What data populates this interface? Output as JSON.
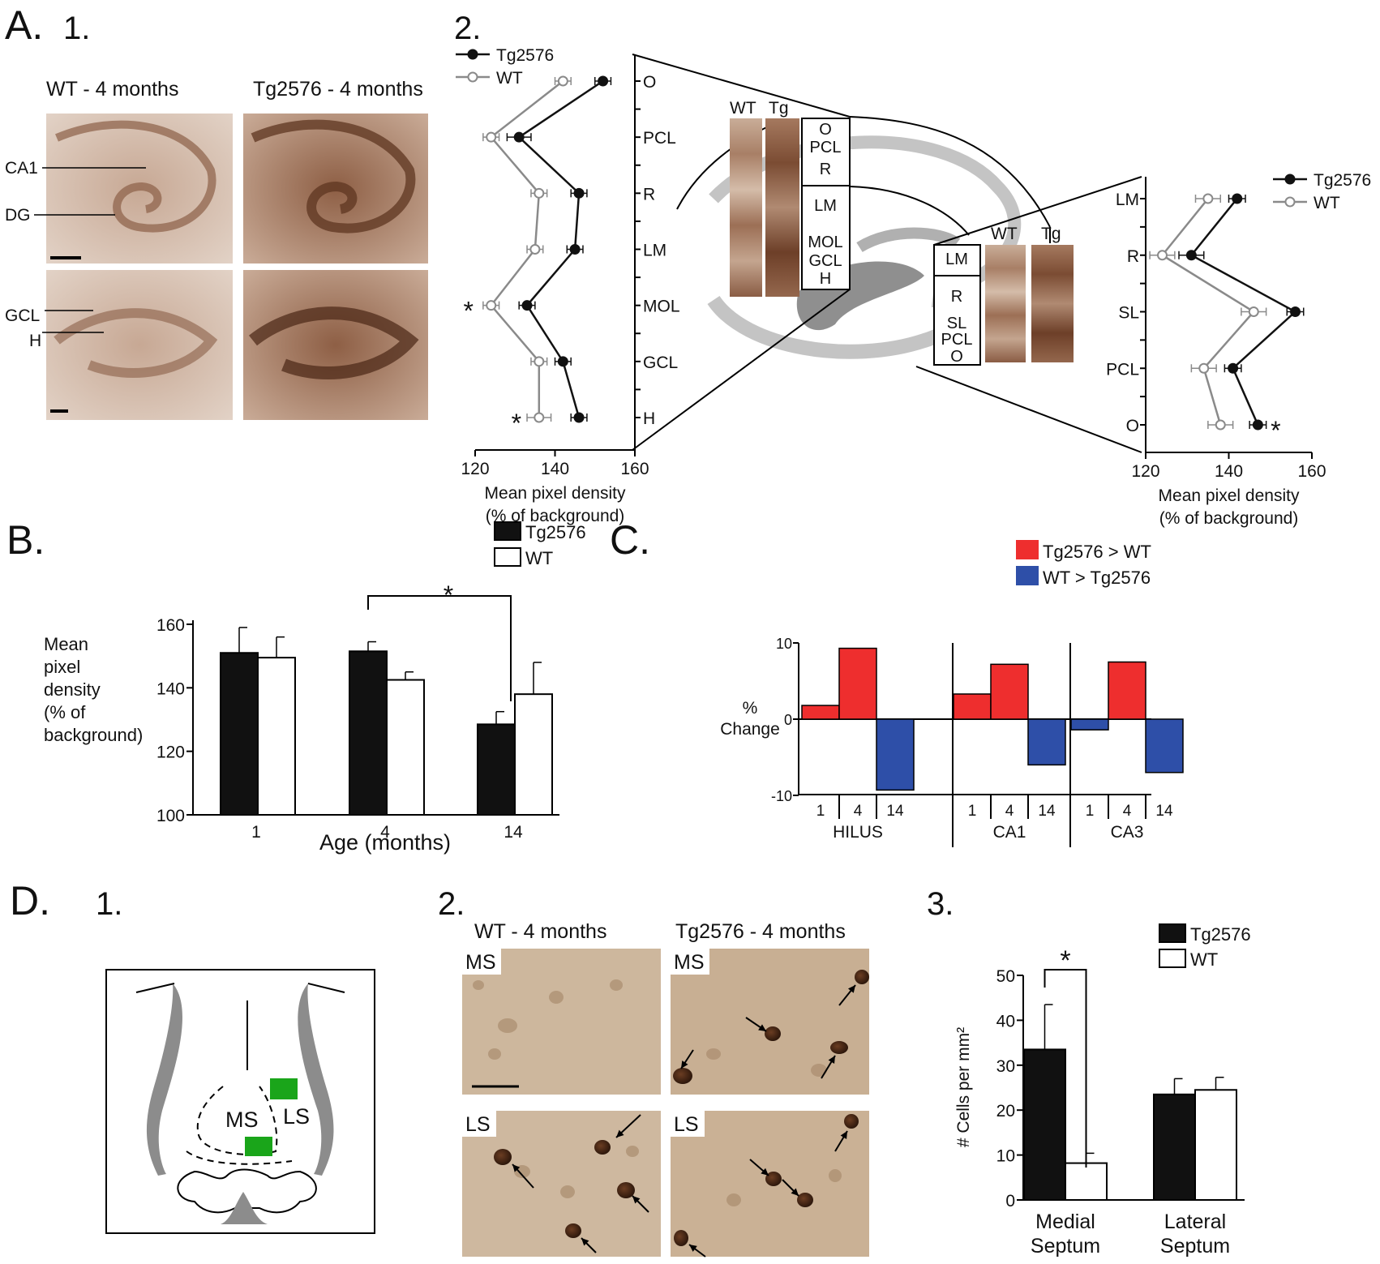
{
  "panels": {
    "A": {
      "letter": "A.",
      "sub1": "1.",
      "sub2": "2.",
      "photo_titles": [
        "WT - 4 months",
        "Tg2576 - 4 months"
      ],
      "photo_labels": [
        "CA1",
        "DG",
        "GCL",
        "H"
      ],
      "inset_labels": [
        "WT",
        "Tg"
      ],
      "dg_column_labels": [
        "O",
        "PCL",
        "R",
        "LM",
        "MOL",
        "GCL",
        "H"
      ],
      "ca1_column_labels": [
        "LM",
        "R",
        "SL",
        "PCL",
        "O"
      ],
      "asterisk": "*"
    },
    "B": {
      "letter": "B.",
      "asterisk": "*"
    },
    "C": {
      "letter": "C."
    },
    "D": {
      "letter": "D.",
      "sub1": "1.",
      "sub2": "2.",
      "sub3": "3.",
      "schematic_labels": [
        "MS",
        "LS"
      ],
      "photo_titles": [
        "WT - 4 months",
        "Tg2576 - 4 months"
      ],
      "photo_region_labels": [
        "MS",
        "MS",
        "LS",
        "LS"
      ],
      "asterisk": "*"
    }
  },
  "colors": {
    "tg": "#111111",
    "wt_line": "#8a8a8a",
    "increase": "#ee2e2e",
    "decrease": "#2e4fa8",
    "tissue_light": "#d9c3b2",
    "tissue_dark": "#7a4b30",
    "schematic_gray": "#8c8c8c",
    "schematic_green": "#1aa51a"
  },
  "chart_data": [
    {
      "id": "A2-left",
      "type": "line",
      "orientation": "horizontal",
      "categories": [
        "O",
        "PCL",
        "R",
        "LM",
        "MOL",
        "GCL",
        "H"
      ],
      "series": [
        {
          "name": "Tg2576",
          "values": [
            152,
            131,
            146,
            145,
            133,
            142,
            146
          ],
          "errors": [
            2,
            3,
            2,
            2,
            2,
            2,
            2
          ]
        },
        {
          "name": "WT",
          "values": [
            142,
            124,
            136,
            135,
            124,
            136,
            136
          ],
          "errors": [
            2,
            2,
            2,
            2,
            2,
            2,
            3
          ]
        }
      ],
      "xlabel": "Mean pixel density",
      "xlabel2": "(% of background)",
      "xlim": [
        120,
        160
      ],
      "xticks": [
        120,
        140,
        160
      ],
      "significant": [
        "MOL",
        "H"
      ]
    },
    {
      "id": "A2-right",
      "type": "line",
      "orientation": "horizontal",
      "categories": [
        "LM",
        "R",
        "SL",
        "PCL",
        "O"
      ],
      "series": [
        {
          "name": "Tg2576",
          "values": [
            142,
            131,
            156,
            141,
            147
          ],
          "errors": [
            2,
            3,
            2,
            2,
            2
          ]
        },
        {
          "name": "WT",
          "values": [
            135,
            124,
            146,
            134,
            138
          ],
          "errors": [
            3,
            3,
            3,
            3,
            3
          ]
        }
      ],
      "xlabel": "Mean pixel density",
      "xlabel2": "(% of background)",
      "xlim": [
        120,
        160
      ],
      "xticks": [
        120,
        140,
        160
      ],
      "significant": [
        "O"
      ]
    },
    {
      "id": "B",
      "type": "bar",
      "categories": [
        "1",
        "4",
        "14"
      ],
      "series": [
        {
          "name": "Tg2576",
          "values": [
            151,
            151.5,
            128.5
          ],
          "errors": [
            8,
            3,
            4
          ]
        },
        {
          "name": "WT",
          "values": [
            149.5,
            142.5,
            138
          ],
          "errors": [
            6.5,
            2.5,
            10
          ]
        }
      ],
      "xlabel": "Age (months)",
      "ylabel_lines": [
        "Mean",
        "pixel",
        "density",
        "(% of",
        "background)"
      ],
      "ylim": [
        100,
        160
      ],
      "yticks": [
        100,
        120,
        140,
        160
      ],
      "comparison": [
        "4",
        "14"
      ]
    },
    {
      "id": "C",
      "type": "bar",
      "groups": [
        "HILUS",
        "CA1",
        "CA3"
      ],
      "categories": [
        "1",
        "4",
        "14"
      ],
      "values": [
        [
          1.8,
          9.3,
          -9.3
        ],
        [
          3.3,
          7.2,
          -6.0
        ],
        [
          -1.4,
          7.5,
          -7.0
        ]
      ],
      "legend": [
        {
          "label": "Tg2576 > WT",
          "color": "increase"
        },
        {
          "label": "WT > Tg2576",
          "color": "decrease"
        }
      ],
      "ylabel_lines": [
        "%",
        "Change"
      ],
      "ylim": [
        -10,
        10
      ],
      "yticks": [
        10,
        0,
        -10
      ]
    },
    {
      "id": "D3",
      "type": "bar",
      "categories": [
        "Medial Septum",
        "Lateral Septum"
      ],
      "category_lines": [
        [
          "Medial",
          "Septum"
        ],
        [
          "Lateral",
          "Septum"
        ]
      ],
      "series": [
        {
          "name": "Tg2576",
          "values": [
            33.5,
            23.5
          ],
          "errors": [
            10,
            3.5
          ]
        },
        {
          "name": "WT",
          "values": [
            8.2,
            24.5
          ],
          "errors": [
            2.2,
            2.8
          ]
        }
      ],
      "ylabel": "# Cells per mm²",
      "ylim": [
        0,
        50
      ],
      "yticks": [
        0,
        10,
        20,
        30,
        40,
        50
      ],
      "comparison": [
        "Medial Septum"
      ]
    }
  ]
}
